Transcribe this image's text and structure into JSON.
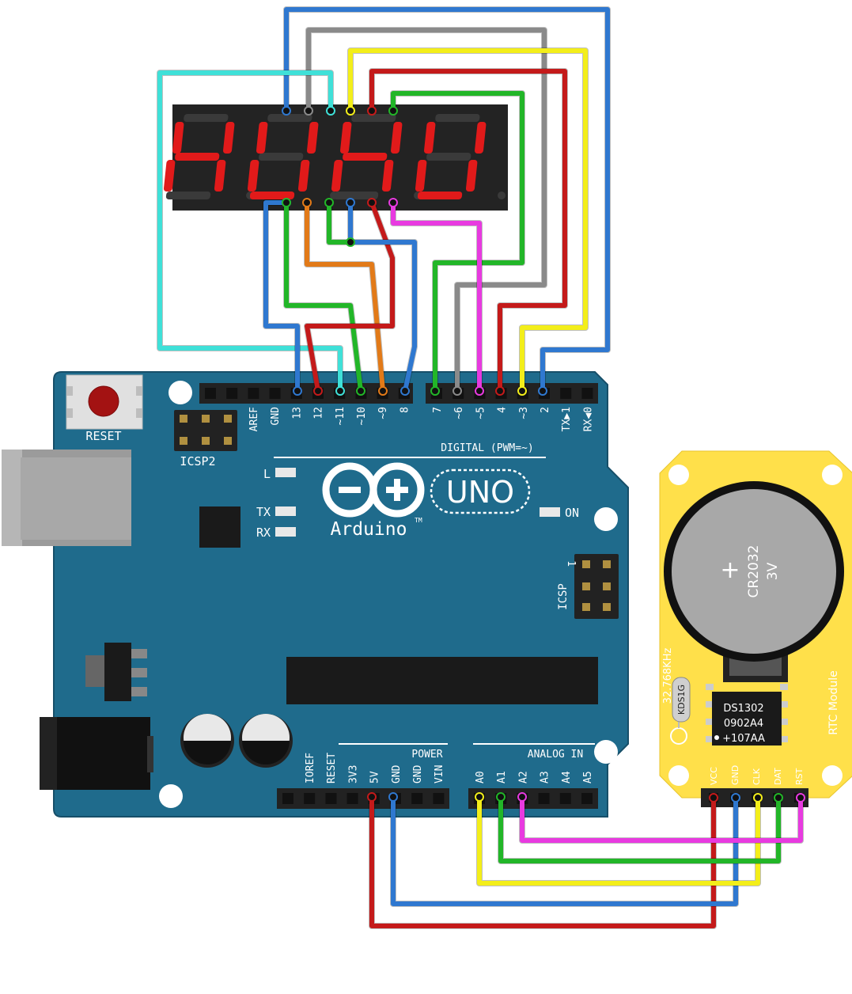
{
  "board": {
    "brand": "Arduino",
    "trademark": "TM",
    "model": "UNO",
    "reset_label": "RESET",
    "icsp2_label": "ICSP2",
    "icsp_label": "ICSP",
    "icsp_pin1": "1",
    "digital_header_label": "DIGITAL (PWM=~)",
    "power_header_label": "POWER",
    "analog_header_label": "ANALOG IN",
    "led_l": "L",
    "led_tx": "TX",
    "led_rx": "RX",
    "led_on": "ON",
    "digital_pins_left": [
      "AREF",
      "GND",
      "13",
      "12",
      "~11",
      "~10",
      "~9",
      "8"
    ],
    "digital_pins_right": [
      "7",
      "~6",
      "~5",
      "4",
      "~3",
      "2",
      "TX▶1",
      "RX◀0"
    ],
    "power_pins": [
      "IOREF",
      "RESET",
      "3V3",
      "5V",
      "GND",
      "GND",
      "VIN"
    ],
    "analog_pins": [
      "A0",
      "A1",
      "A2",
      "A3",
      "A4",
      "A5"
    ],
    "board_color": "#1f6b8c"
  },
  "display": {
    "digits": [
      "H",
      "U",
      "H",
      "U"
    ],
    "segment_color": "#e11a1a"
  },
  "rtc": {
    "module_label": "RTC Module",
    "battery_model": "CR2032",
    "battery_voltage": "3V",
    "battery_sign": "+",
    "crystal_freq": "32.768KHz",
    "crystal_marking": "KDS1G",
    "chip_line1": "DS1302",
    "chip_line2": "0902A4",
    "chip_line3": "+107AA",
    "pins": [
      "VCC",
      "GND",
      "CLK",
      "DAT",
      "RST"
    ],
    "module_color": "#ffe04a"
  },
  "wire_colors": {
    "blue": "#2f78d0",
    "grey": "#8a8a8a",
    "yellow": "#f3ee1a",
    "red": "#c41a1a",
    "green": "#22b628",
    "cyan": "#3fe0d8",
    "orange": "#e27a18",
    "magenta": "#e83ae0"
  }
}
